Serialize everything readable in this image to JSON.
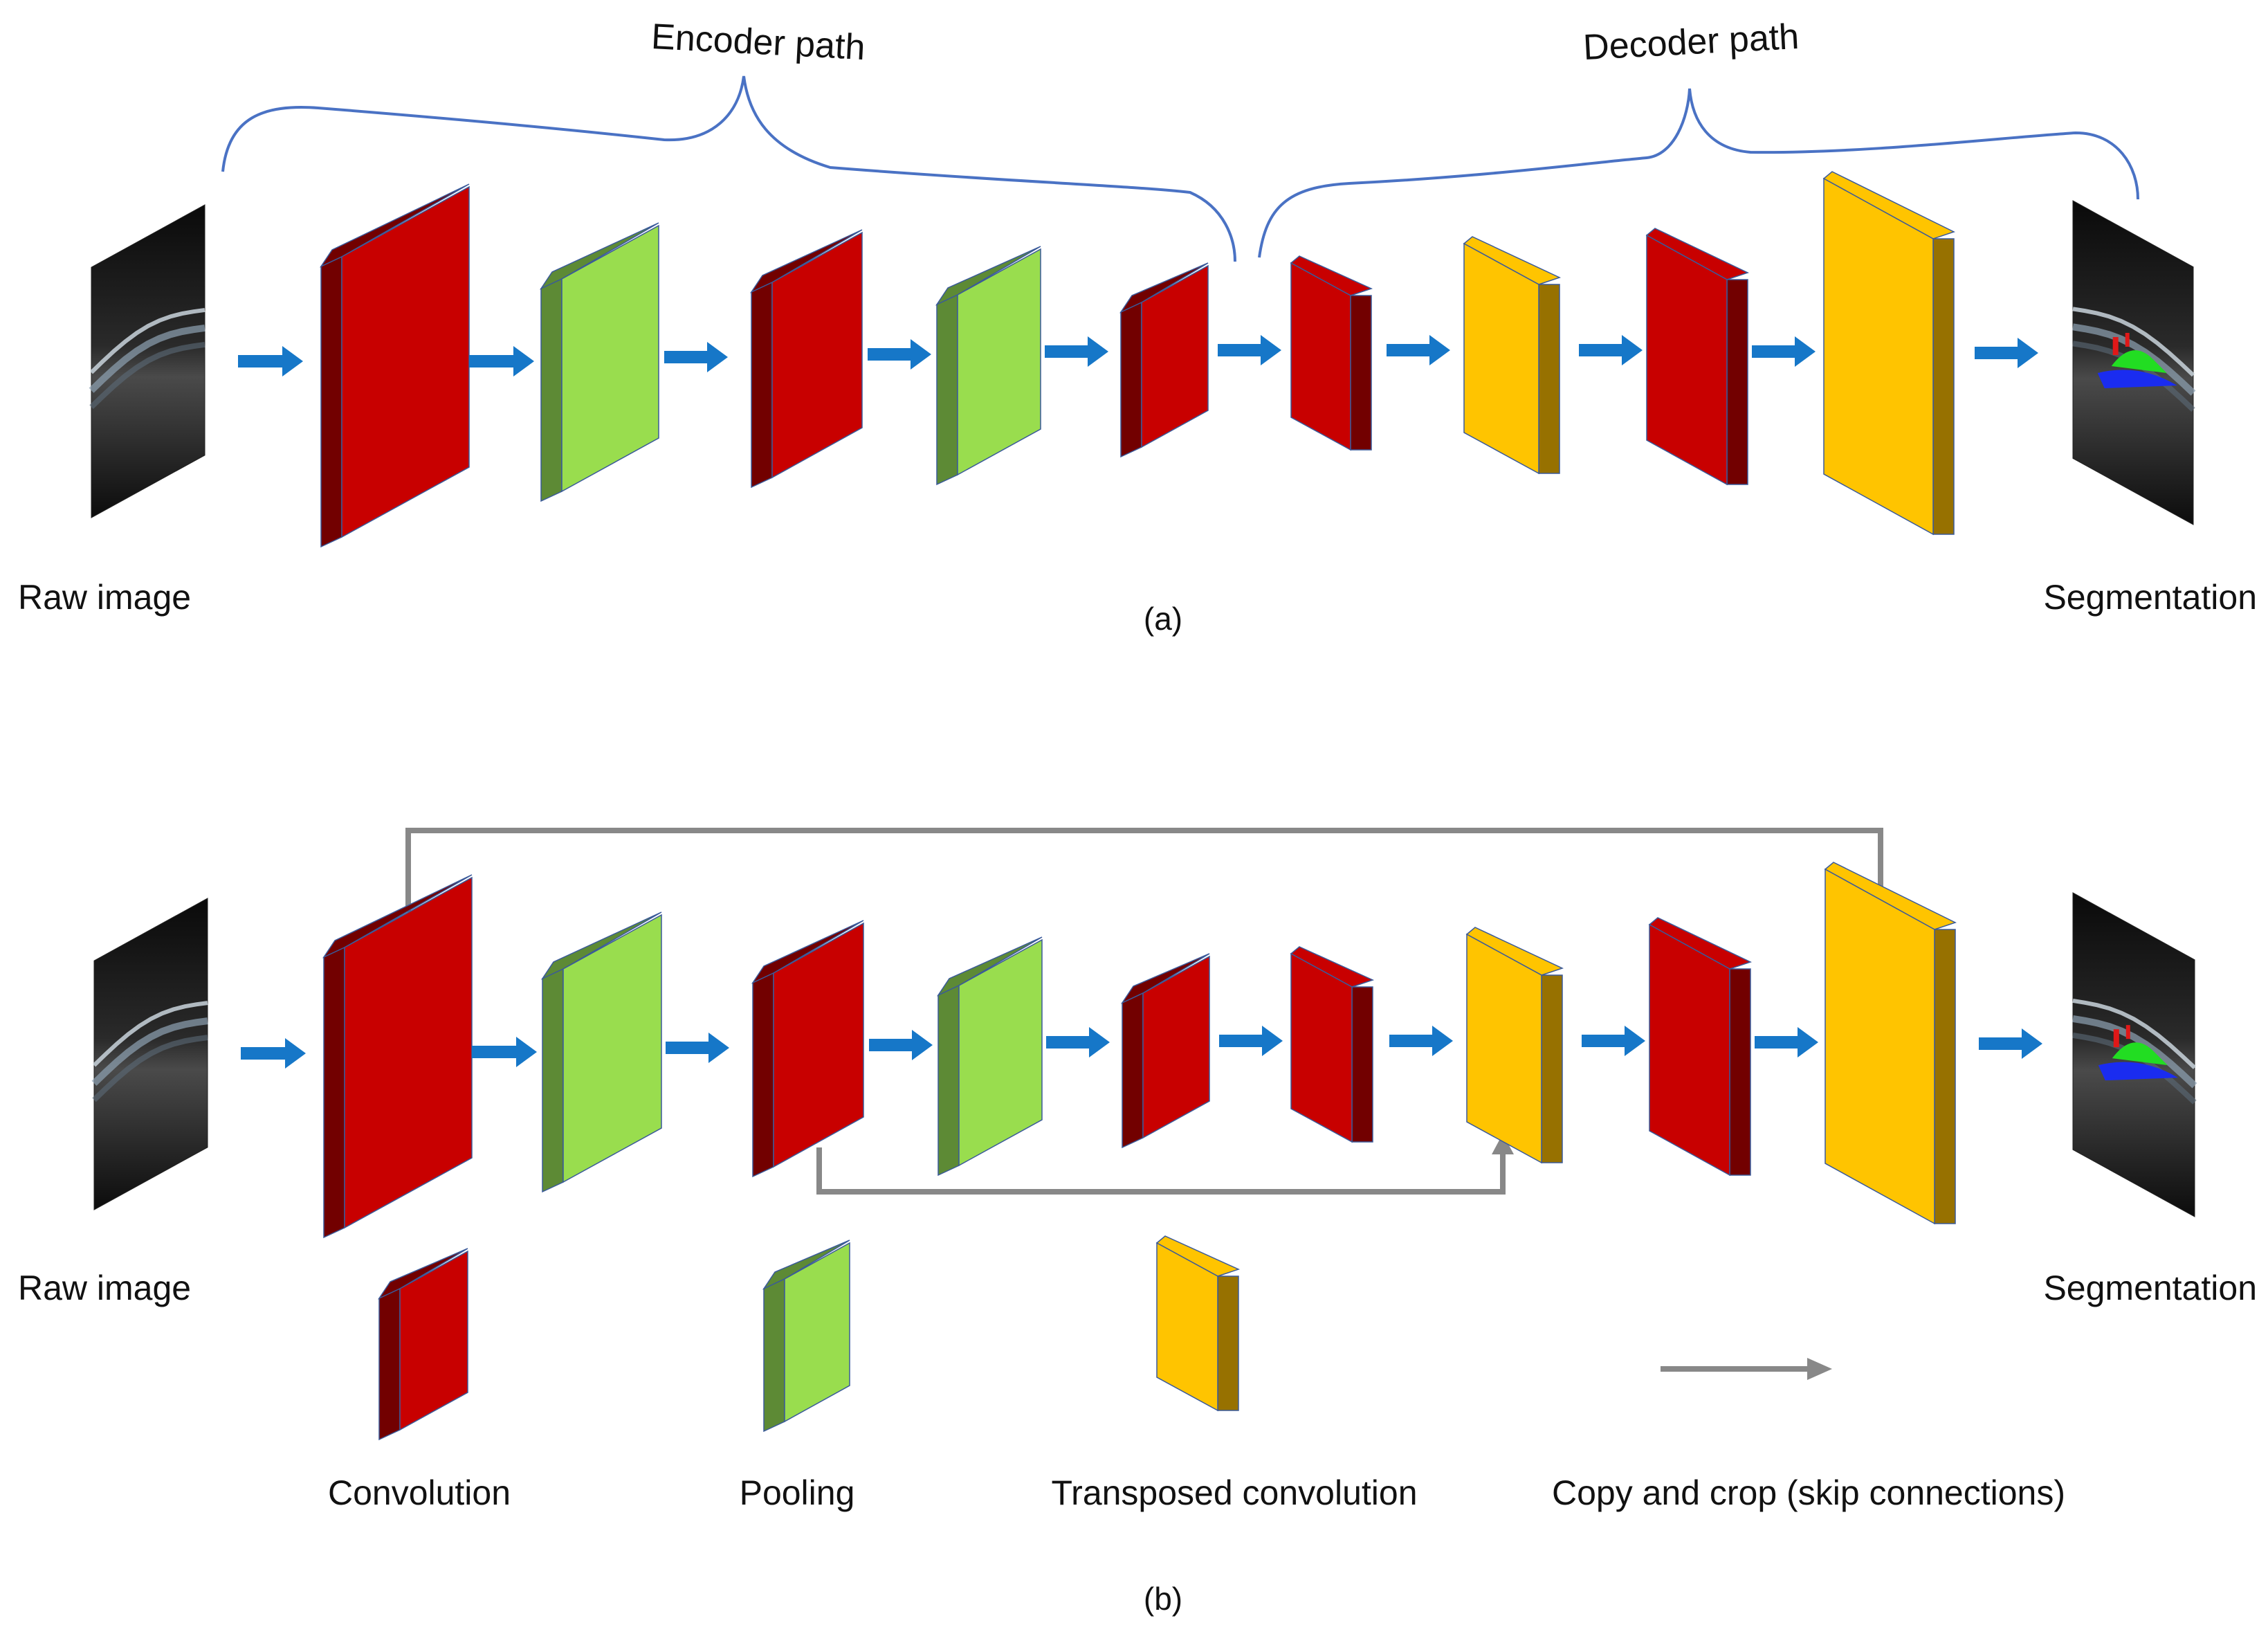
{
  "panel_a": {
    "encoder_label": "Encoder path",
    "decoder_label": "Decoder path",
    "raw_label": "Raw image",
    "seg_label": "Segmentation",
    "caption": "(a)"
  },
  "panel_b": {
    "raw_label": "Raw image",
    "seg_label": "Segmentation",
    "caption": "(b)"
  },
  "legend": {
    "convolution": "Convolution",
    "pooling": "Pooling",
    "transposed": "Transposed convolution",
    "skip": "Copy and crop (skip connections)"
  },
  "colors": {
    "conv_front": "#c80000",
    "conv_side": "#720000",
    "pool_front": "#99dd4e",
    "pool_side": "#5d8a35",
    "tconv_front": "#ffc400",
    "tconv_side": "#977100",
    "flow_arrow": "#1677c8",
    "brace": "#4a72c4",
    "skip_arrow": "#888888"
  },
  "icons": {
    "flow": "right-arrow-icon",
    "image": "oct-scan-thumbnail"
  }
}
